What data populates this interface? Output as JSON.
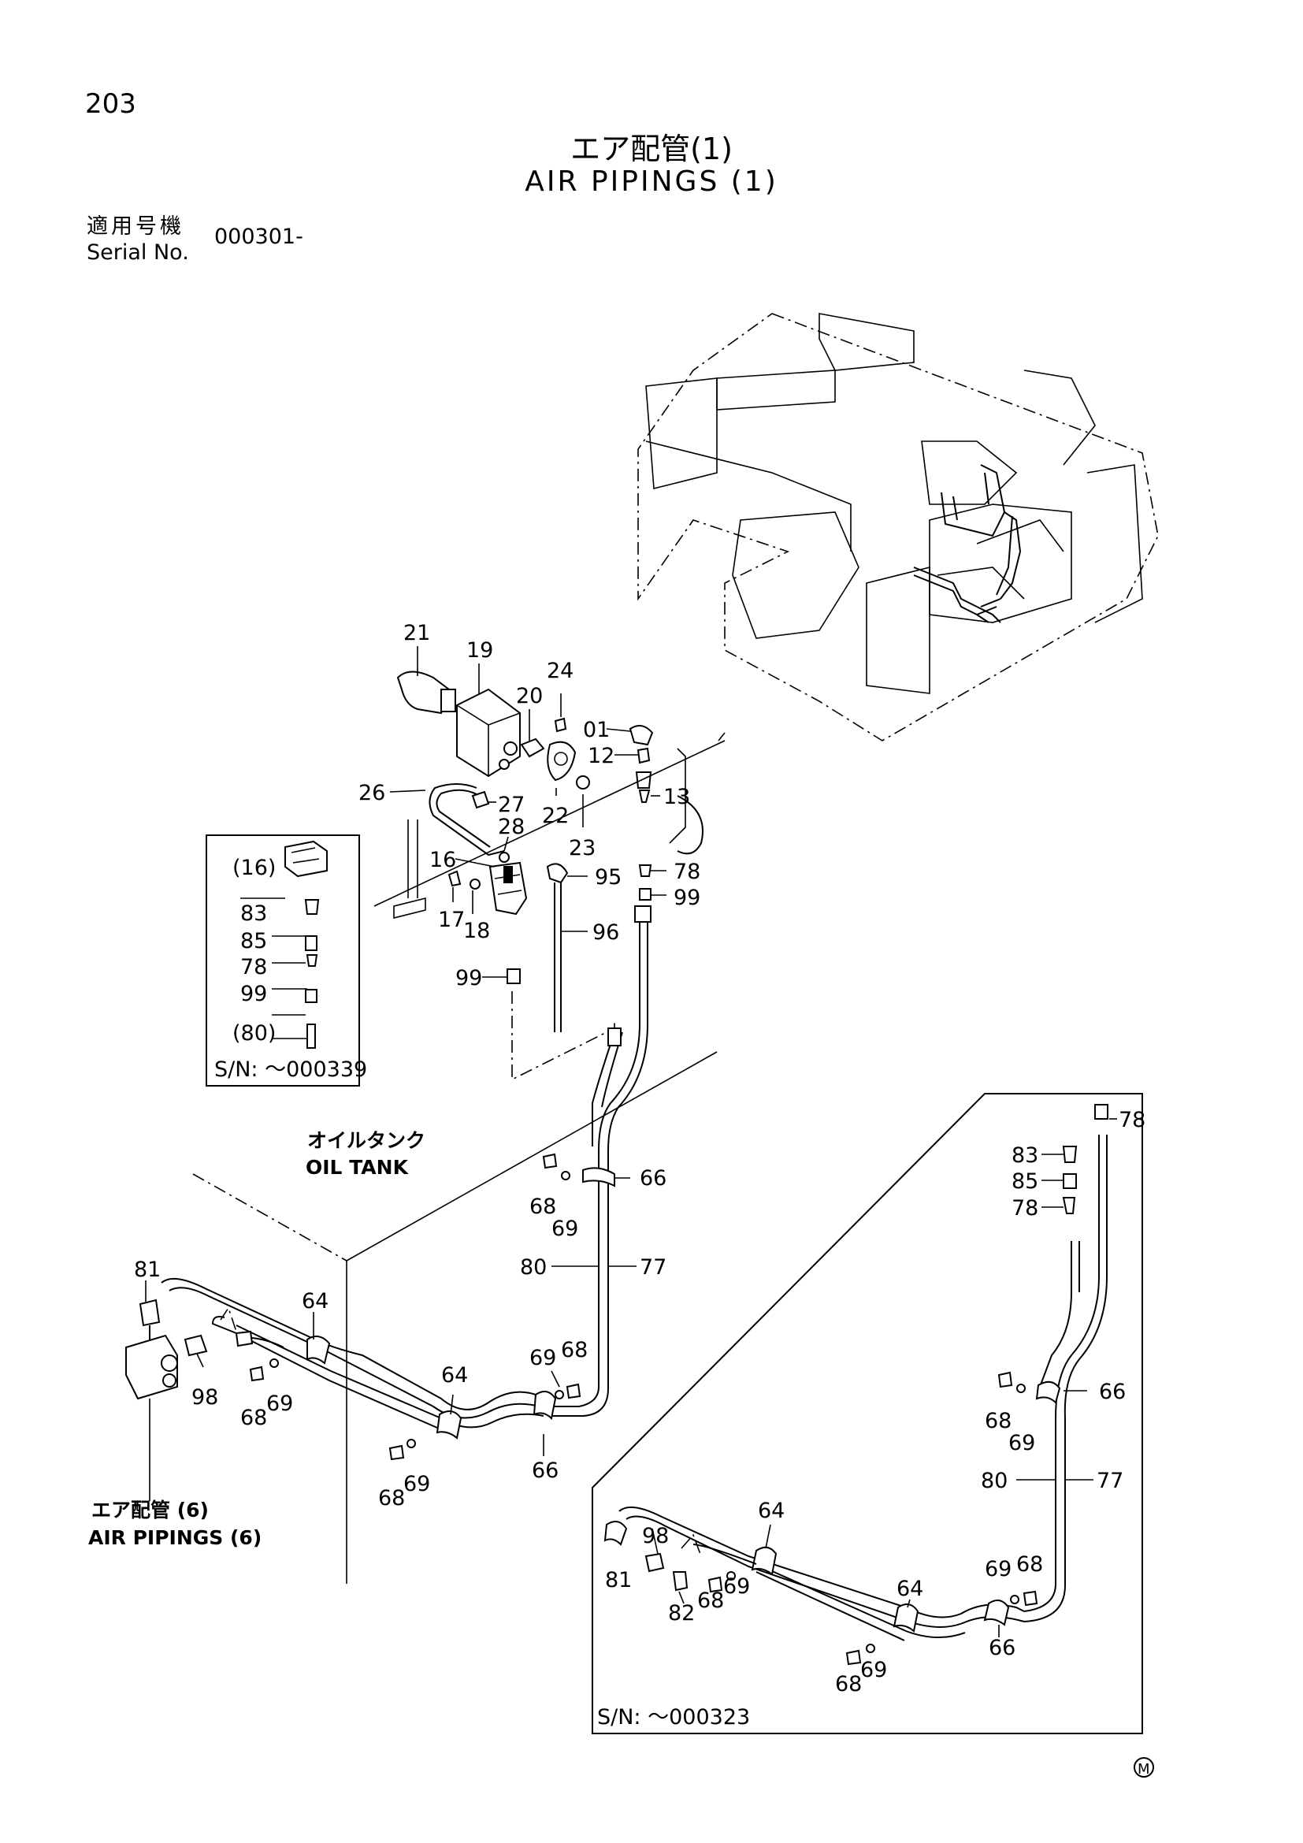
{
  "page_number": "203",
  "title_ja": "エア配管(1)",
  "title_en": "AIR PIPINGS (1)",
  "serial": {
    "label_ja": "適用号機",
    "label_en": "Serial No.",
    "value": "000301-"
  },
  "inset_top": {
    "serial_note": "S/N: ～000339",
    "labels": [
      "(16)",
      "83",
      "85",
      "78",
      "99",
      "(80)"
    ]
  },
  "inset_right": {
    "serial_note": "S/N: ～000323",
    "labels": [
      "78",
      "83",
      "85",
      "78",
      "66",
      "68",
      "69",
      "80",
      "77",
      "64",
      "98",
      "81",
      "82",
      "68",
      "69",
      "64",
      "69",
      "68",
      "66",
      "68",
      "69"
    ]
  },
  "main_labels": [
    "21",
    "19",
    "24",
    "20",
    "01",
    "12",
    "13",
    "26",
    "27",
    "22",
    "23",
    "28",
    "16",
    "17",
    "18",
    "95",
    "78",
    "99",
    "96",
    "99",
    "66",
    "68",
    "69",
    "80",
    "77",
    "81",
    "64",
    "98",
    "68",
    "69",
    "69",
    "68",
    "64",
    "66",
    "68",
    "69"
  ],
  "oil_tank": {
    "ja": "オイルタンク",
    "en": "OIL TANK"
  },
  "air_pipings_ref": {
    "ja": "エア配管 (6)",
    "en": "AIR PIPINGS (6)"
  },
  "mark": "M"
}
